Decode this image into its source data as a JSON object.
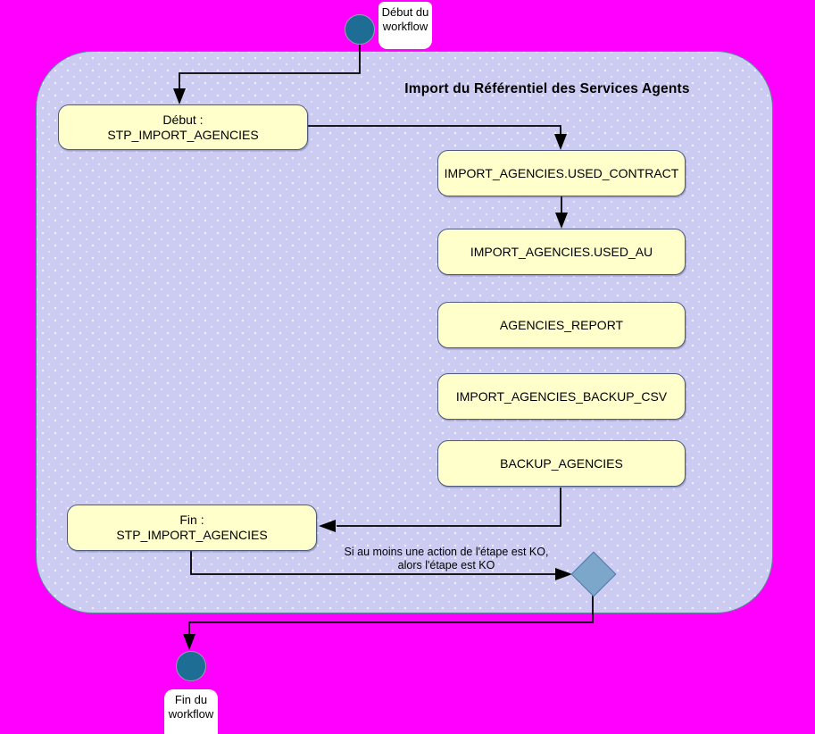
{
  "colors": {
    "background": "#ff00ff",
    "container_fill": "#ccccf2",
    "container_border": "#578b99",
    "node_fill": "#ffffcc",
    "event_circle_fill": "#1d6d94",
    "diamond_fill": "#7ca6ca",
    "diamond_border": "#4d7ba8"
  },
  "start_event": {
    "label": "Début du workflow"
  },
  "end_event": {
    "label": "Fin du workflow"
  },
  "container": {
    "title": "Import du Référentiel des Services Agents"
  },
  "nodes": {
    "start_step": {
      "line1": "Début :",
      "line2": "STP_IMPORT_AGENCIES"
    },
    "actions": [
      "IMPORT_AGENCIES.USED_CONTRACT",
      "IMPORT_AGENCIES.USED_AU",
      "AGENCIES_REPORT",
      "IMPORT_AGENCIES_BACKUP_CSV",
      "BACKUP_AGENCIES"
    ],
    "end_step": {
      "line1": "Fin :",
      "line2": "STP_IMPORT_AGENCIES"
    }
  },
  "annotations": {
    "note_line1": "Si au moins une action de l'étape est KO,",
    "note_line2": "alors l'étape est KO"
  }
}
